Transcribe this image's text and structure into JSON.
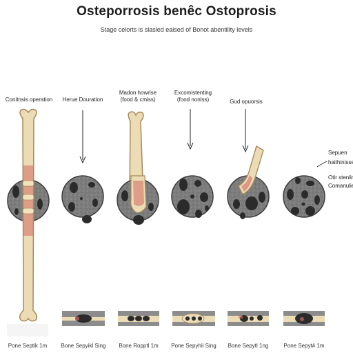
{
  "title": "Osteporrosis benêc Ostoprosis",
  "subtitle": "Stage celorts is slasled eaised of Bonot abentility levels",
  "stages": [
    {
      "label": "Conitnsis operation"
    },
    {
      "label": "Herue Douration"
    },
    {
      "label": "Madon howrise\n(food & cmiss)"
    },
    {
      "label": "Excomistenting\n(food nonlss)"
    },
    {
      "label": "Gud opuorsis"
    }
  ],
  "side_labels": [
    "Sepuen",
    "haithinisse",
    "Otir stenlin",
    "Comanulier"
  ],
  "captions": [
    "Pone Septik 1m",
    "Bone Sepyikl Sing",
    "Bone Ropptl 1m",
    "Pone Sepyhil Sing",
    "Bone Sepytl 1ng",
    "Pone Sepyt# 1m"
  ],
  "colors": {
    "bone": "#ecdcb6",
    "bone_outline": "#a68a5a",
    "marrow_red": "#d46a60",
    "cross_section": "#7a7a7a",
    "pore": "#2b2b2b"
  }
}
